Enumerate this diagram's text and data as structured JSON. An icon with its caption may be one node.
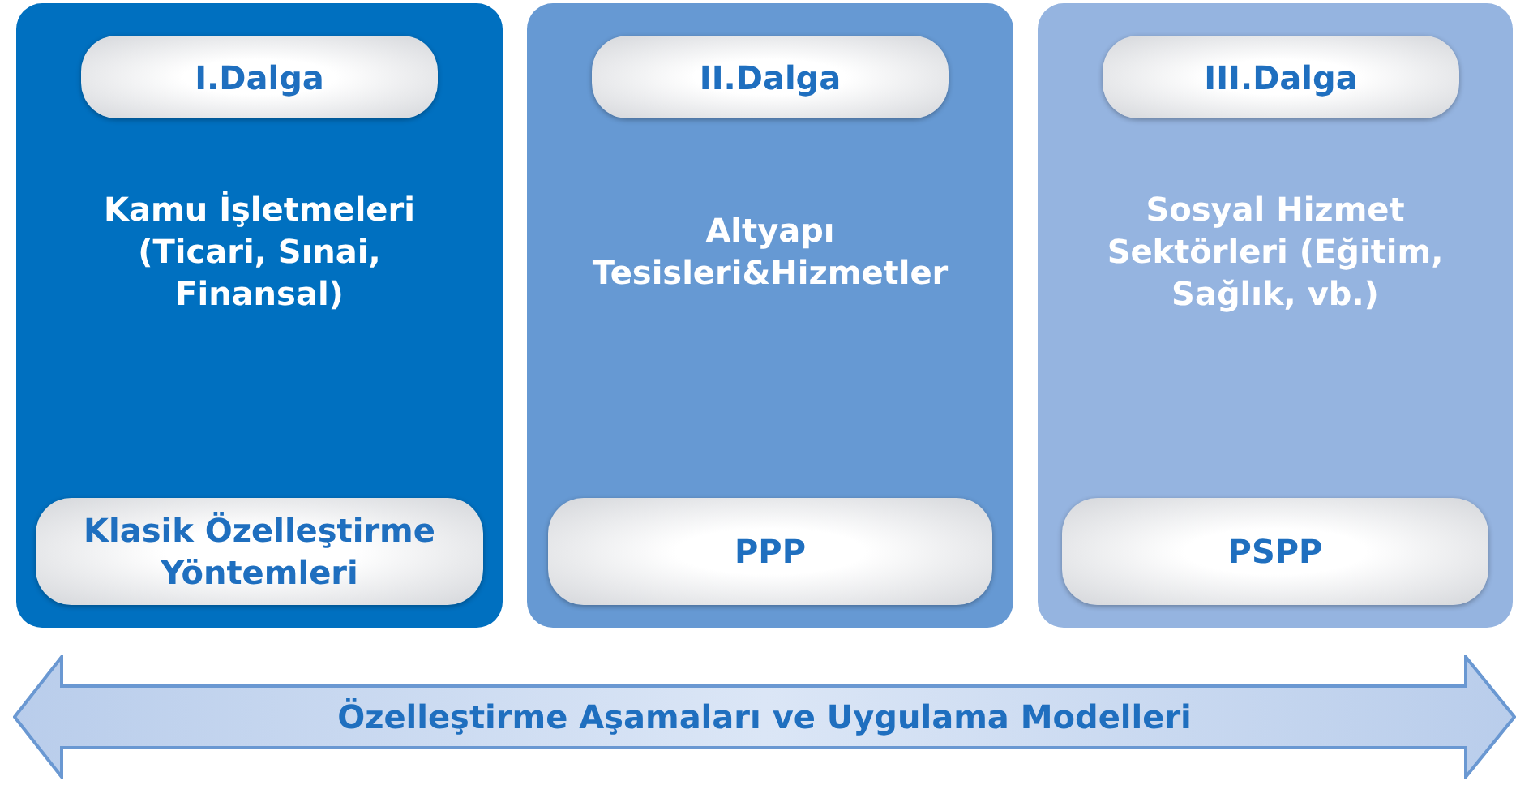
{
  "diagram": {
    "nodes": [
      {
        "text": [
          "Kamu İşletmeleri (Ticari, Sınai, Finansal)"
        ]
      },
      {
        "text": [
          "I.Dalga"
        ],
        "in": 0
      },
      {
        "text": [
          "Klasik Özelleştirme Yöntemleri"
        ],
        "in": 0
      },
      {
        "text": [
          "Altyapı Tesisleri&Hizmetler"
        ]
      },
      {
        "text": [
          "II.Dalga"
        ],
        "in": 3
      },
      {
        "text": [
          "PPP"
        ],
        "in": 3
      },
      {
        "text": [
          "Sosyal Hizmet Sektörleri (Eğitim, Sağlık, vb.)"
        ]
      },
      {
        "text": [
          "III.Dalga"
        ],
        "in": 6
      },
      {
        "text": [
          "PSPP"
        ],
        "in": 6
      },
      {
        "text": [
          "Özelleştirme Aşamaları ve Uygulama Modelleri"
        ]
      }
    ]
  }
}
